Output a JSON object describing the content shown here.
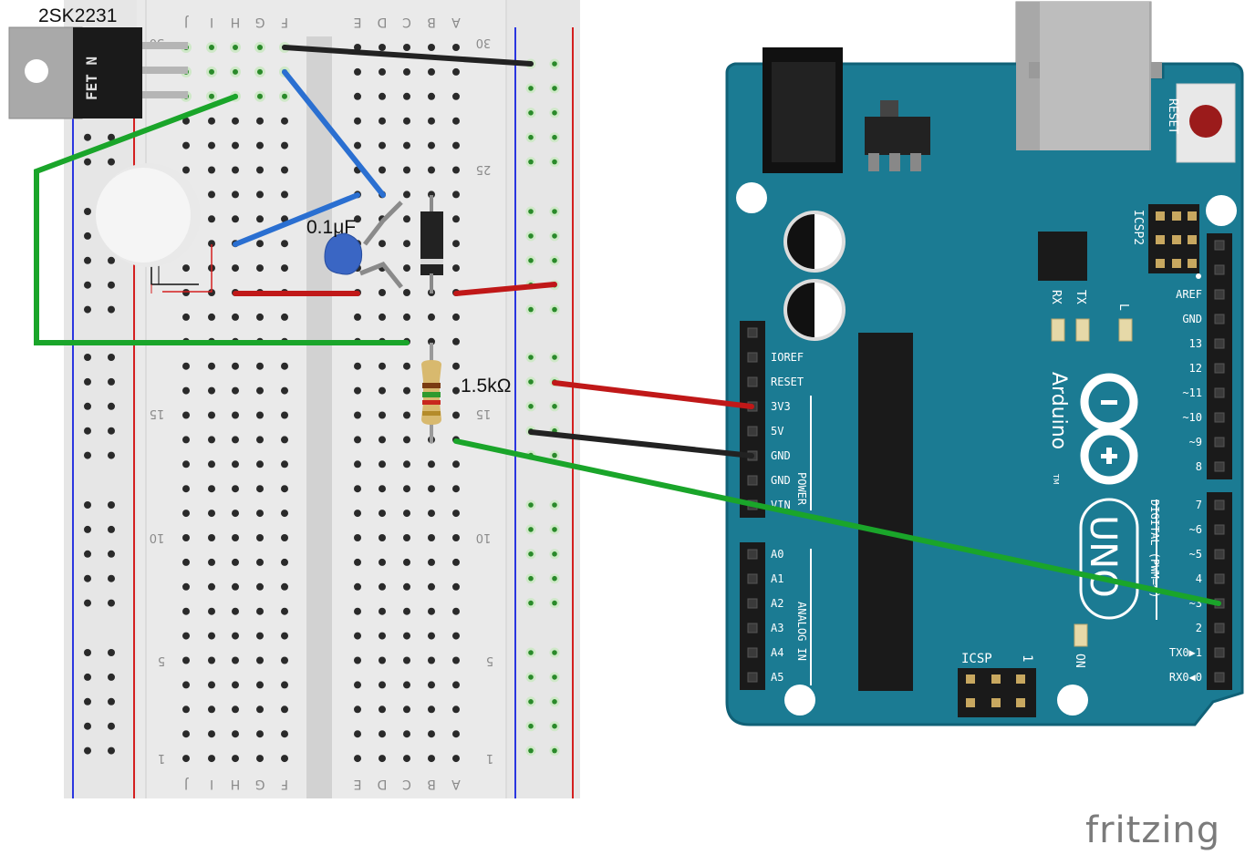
{
  "components": {
    "transistor": {
      "label": "2SK2231",
      "marking": "FET N"
    },
    "capacitor": {
      "label": "0.1μF"
    },
    "resistor": {
      "label": "1.5kΩ"
    }
  },
  "breadboard": {
    "columns_left": [
      "J",
      "I",
      "H",
      "G",
      "F"
    ],
    "columns_right": [
      "E",
      "D",
      "C",
      "B",
      "A"
    ],
    "row_numbers": [
      "30",
      "25",
      "15",
      "10",
      "5",
      "1"
    ]
  },
  "arduino": {
    "reset_label": "RESET",
    "icsp2_label": "ICSP2",
    "icsp_label": "ICSP",
    "icsp_pin1": "1",
    "led_labels": [
      "RX",
      "TX",
      "L",
      "ON"
    ],
    "logo_text": "Arduino",
    "tm": "TM",
    "uno_text": "UNO",
    "power_label": "POWER",
    "analog_label": "ANALOG IN",
    "digital_label": "DIGITAL (PWM=~)",
    "power_pins": [
      "IOREF",
      "RESET",
      "3V3",
      "5V",
      "GND",
      "GND",
      "VIN"
    ],
    "analog_pins": [
      "A0",
      "A1",
      "A2",
      "A3",
      "A4",
      "A5"
    ],
    "digital_upper_pins": [
      "AREF",
      "GND",
      "13",
      "12",
      "~11",
      "~10",
      "~9",
      "8"
    ],
    "digital_lower_pins": [
      "7",
      "~6",
      "~5",
      "4",
      "~3",
      "2",
      "TX0▶1",
      "RX0◀0"
    ],
    "colors": {
      "board": "#1b7b93",
      "board_dark": "#0f6277",
      "silk": "#ffffff"
    }
  },
  "wires": {
    "colors": {
      "black": "#222222",
      "blue": "#2a6fd1",
      "green": "#1aa52a",
      "red": "#c01818"
    }
  },
  "watermark": "fritzing"
}
